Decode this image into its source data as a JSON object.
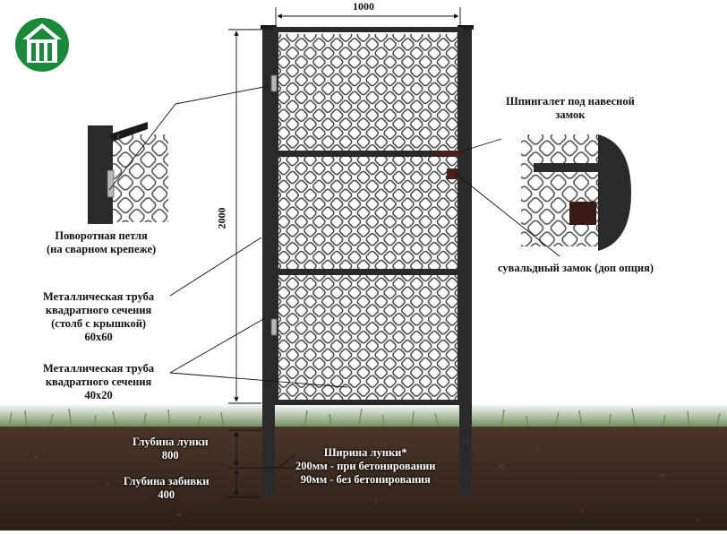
{
  "dimensions": {
    "width": "1000",
    "height": "2000"
  },
  "labels": {
    "latch": [
      "Шпингалет под навесной",
      "замок"
    ],
    "hinge": [
      "Поворотная петля",
      "(на сварном крепеже)"
    ],
    "post": [
      "Металлическая труба",
      "квадратного сечения",
      "(столб с крышкой)",
      "60х60"
    ],
    "frame": [
      "Металлическая труба",
      "квадратного сечения",
      "40х20"
    ],
    "lock": "сувальдный замок (доп опция)",
    "hole_depth": [
      "Глубина лунки",
      "800"
    ],
    "drive_depth": [
      "Глубина забивки",
      "400"
    ],
    "hole_width": [
      "Ширина лунки*",
      "200мм - при бетонировании",
      "90мм - без бетонирования"
    ]
  },
  "colors": {
    "metal": "#2a2a2a",
    "soil": "#3b2a22",
    "grass": "#5f7f4a",
    "lock": "#4a1f1a",
    "logo": "#1a8a3a"
  },
  "icons": {
    "logo": "house-fence-logo-icon"
  }
}
